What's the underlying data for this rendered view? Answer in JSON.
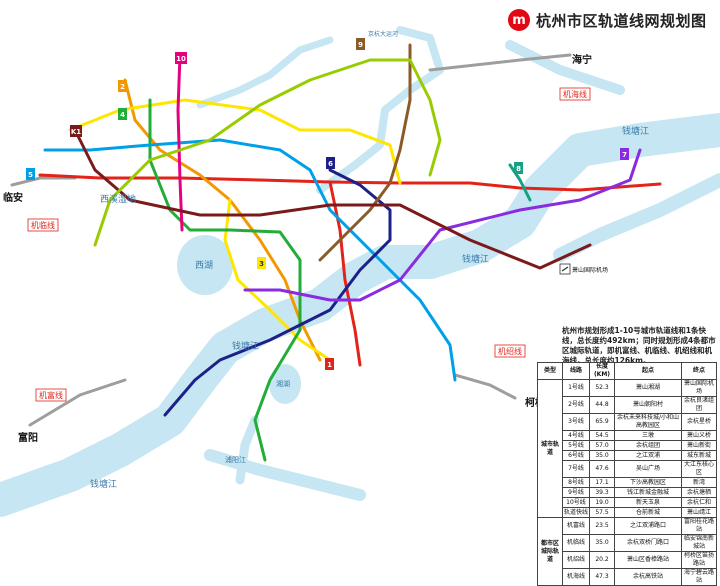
{
  "title": "杭州市区轨道线网规划图",
  "logo_letter": "m",
  "map_labels": {
    "river_north": "钱塘江",
    "river_mid": "钱塘江",
    "river_east": "钱塘江",
    "river_south": "钱塘江",
    "river_southwest": "浦阳江",
    "canal": "京杭大运河",
    "xixi": "西溪湿地",
    "westlake": "西湖",
    "xianghu": "湘湖",
    "haining": "海宁",
    "lin_an": "临安",
    "fuyang": "富阳",
    "keqiao": "柯桥",
    "airport": "萧山国际机场"
  },
  "line_badges": [
    "1",
    "2",
    "3",
    "4",
    "5",
    "6",
    "7",
    "8",
    "9",
    "10",
    "K1"
  ],
  "tag_labels": {
    "jihai": "机海线",
    "jilin": "机临线",
    "jifu": "机富线",
    "jishao": "机绍线"
  },
  "colors": {
    "l1": "#e2231a",
    "l2": "#f39800",
    "l3": "#ffe600",
    "l4": "#22ac38",
    "l5": "#00a0e9",
    "l6": "#1d2088",
    "l7": "#8a2be2",
    "l8": "#16a085",
    "l9": "#8b5a2b",
    "l10": "#e6007e",
    "k1": "#7b1a1a",
    "ring": "#99cc00",
    "water": "#c5e6f2"
  },
  "note": "杭州市规划形成1-10号城市轨道线和1条快线，总长度约492km；同时规划形成4条都市区城际轨道，即机富线、机临线、机绍线和机海线，总长度约126km。",
  "table": {
    "headers": [
      "类型",
      "线路",
      "长度(KM)",
      "起点",
      "终点"
    ],
    "groups": [
      {
        "category": "城市轨道",
        "rows": [
          [
            "1号线",
            "52.3",
            "萧山湘湖",
            "萧山国际机场"
          ],
          [
            "2号线",
            "44.8",
            "萧山朝阳村",
            "余杭良渚组团"
          ],
          [
            "3号线",
            "65.9",
            "余杭未来科技城/小和山高教园区",
            "余杭星桥"
          ],
          [
            "4号线",
            "54.5",
            "三墩",
            "萧山义桥"
          ],
          [
            "5号线",
            "57.0",
            "余杭组团",
            "萧山新街"
          ],
          [
            "6号线",
            "35.0",
            "之江双浦",
            "城东新城"
          ],
          [
            "7号线",
            "47.6",
            "吴山广场",
            "大江东核心区"
          ],
          [
            "8号线",
            "17.1",
            "下沙高教园区",
            "新湾"
          ],
          [
            "9号线",
            "39.3",
            "钱江新城金融城",
            "余杭塘栖"
          ],
          [
            "10号线",
            "19.0",
            "新天玉泉",
            "余杭仁和"
          ],
          [
            "轨道快线",
            "57.5",
            "仓前新城",
            "萧山靖江"
          ]
        ]
      },
      {
        "category": "都市区城际轨道",
        "rows": [
          [
            "机富线",
            "23.5",
            "之江双浦路口",
            "富阳桂花路站"
          ],
          [
            "机临线",
            "35.0",
            "余杭双桥门路口",
            "临安锦南新城站"
          ],
          [
            "机绍线",
            "20.2",
            "萧山区香樟路站",
            "柯桥区笛扬路站"
          ],
          [
            "机海线",
            "47.3",
            "余杭高铁站",
            "海宁碧云路站"
          ]
        ]
      }
    ]
  }
}
